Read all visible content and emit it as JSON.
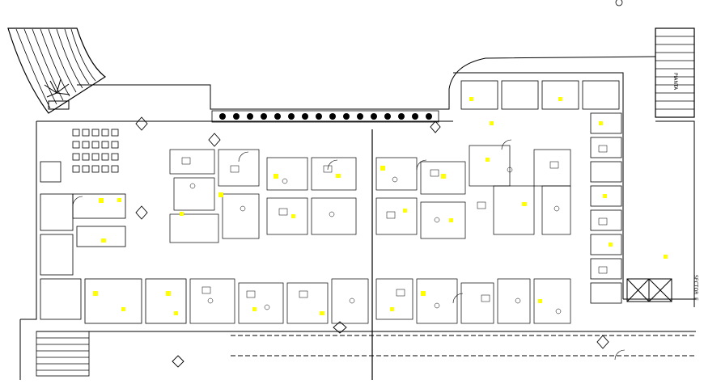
{
  "drawing": {
    "corner_label_1": "PIANTA",
    "corner_label_2": "SECTOR",
    "corner_label_3": "E"
  },
  "colors": {
    "line": "#000000",
    "highlight": "#ffff00",
    "background": "#ffffff"
  },
  "icons": [
    "palm-tree-icon",
    "north-circle-icon",
    "elevator-icon",
    "stair-icon",
    "diamond-marker-icon"
  ]
}
